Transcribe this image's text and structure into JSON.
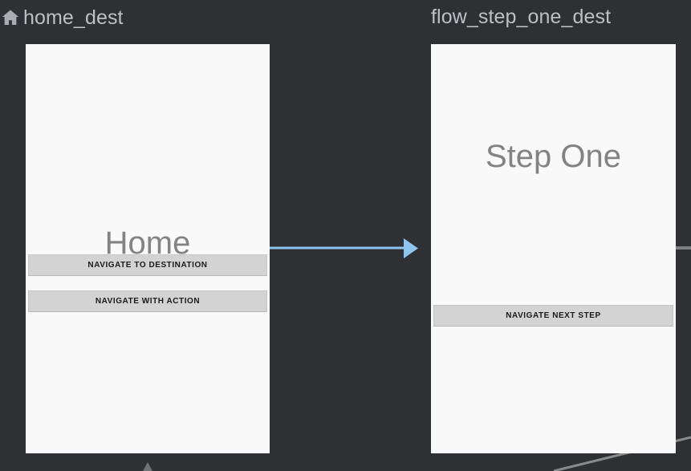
{
  "canvas": {
    "background_color": "#2e3033",
    "screen_background_color": "#f9f9f9",
    "action_arrow_color": "#8ec4f0",
    "faded_connector_color": "#8a8a8a",
    "title_color": "#bcc0c4",
    "screen_label_color": "#838383",
    "button_color": "#d3d3d3"
  },
  "nodes": [
    {
      "id": "home_dest",
      "title": "home_dest",
      "icon": "home-icon",
      "is_start_destination": true,
      "screen_label": "Home",
      "buttons": [
        {
          "label": "NAVIGATE TO DESTINATION"
        },
        {
          "label": "NAVIGATE WITH ACTION"
        }
      ]
    },
    {
      "id": "flow_step_one_dest",
      "title": "flow_step_one_dest",
      "icon": null,
      "is_start_destination": false,
      "screen_label": "Step One",
      "buttons": [
        {
          "label": "NAVIGATE NEXT STEP"
        }
      ]
    }
  ],
  "connections": [
    {
      "name": "home-to-flow-step-one-action",
      "from": "home_dest",
      "to": "flow_step_one_dest",
      "style": "solid-arrow",
      "color": "#8ec4f0"
    },
    {
      "name": "incoming-connector-stub-right",
      "style": "stub",
      "color": "#8a8a8a"
    },
    {
      "name": "offscreen-connector-bottom-right",
      "style": "diagonal-line",
      "color": "#8a8a8a"
    },
    {
      "name": "offscreen-connector-bottom-left-arrowhead",
      "style": "arrowhead",
      "color": "#6f7174"
    }
  ]
}
